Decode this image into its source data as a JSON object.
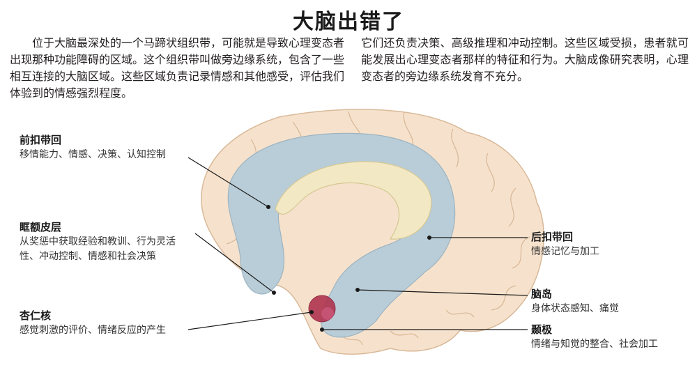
{
  "title": "大脑出错了",
  "intro": {
    "left": "位于大脑最深处的一个马蹄状组织带，可能就是导致心理变态者出现那种功能障碍的区域。这个组织带叫做旁边缘系统，包含了一些相互连接的大脑区域。这些区域负责记录情感和其他感受，评估我们体验到的情感强烈程度。",
    "right": "它们还负责决策、高级推理和冲动控制。这些区域受损，患者就可能发展出心理变态者那样的特征和行为。大脑成像研究表明，心理变态者的旁边缘系统发育不充分。"
  },
  "labels": {
    "acc": {
      "name": "前扣带回",
      "desc": "移情能力、情感、决策、认知控制"
    },
    "ofc": {
      "name": "眶额皮层",
      "desc": "从奖惩中获取经验和教训、行为灵活性、冲动控制、情感和社会决策"
    },
    "amygdala": {
      "name": "杏仁核",
      "desc": "感觉刺激的评价、情绪反应的产生"
    },
    "pcc": {
      "name": "后扣带回",
      "desc": "情感记忆与加工"
    },
    "insula": {
      "name": "脑岛",
      "desc": "身体状态感知、痛觉"
    },
    "temporal_pole": {
      "name": "颞极",
      "desc": "情绪与知觉的整合、社会加工"
    }
  },
  "colors": {
    "cortex": "#f6e2cc",
    "cortex_outline": "#d9b99a",
    "paralimbic": "#b9cdd8",
    "corpus_callosum": "#f2e8c4",
    "amygdala": "#b0344f"
  }
}
